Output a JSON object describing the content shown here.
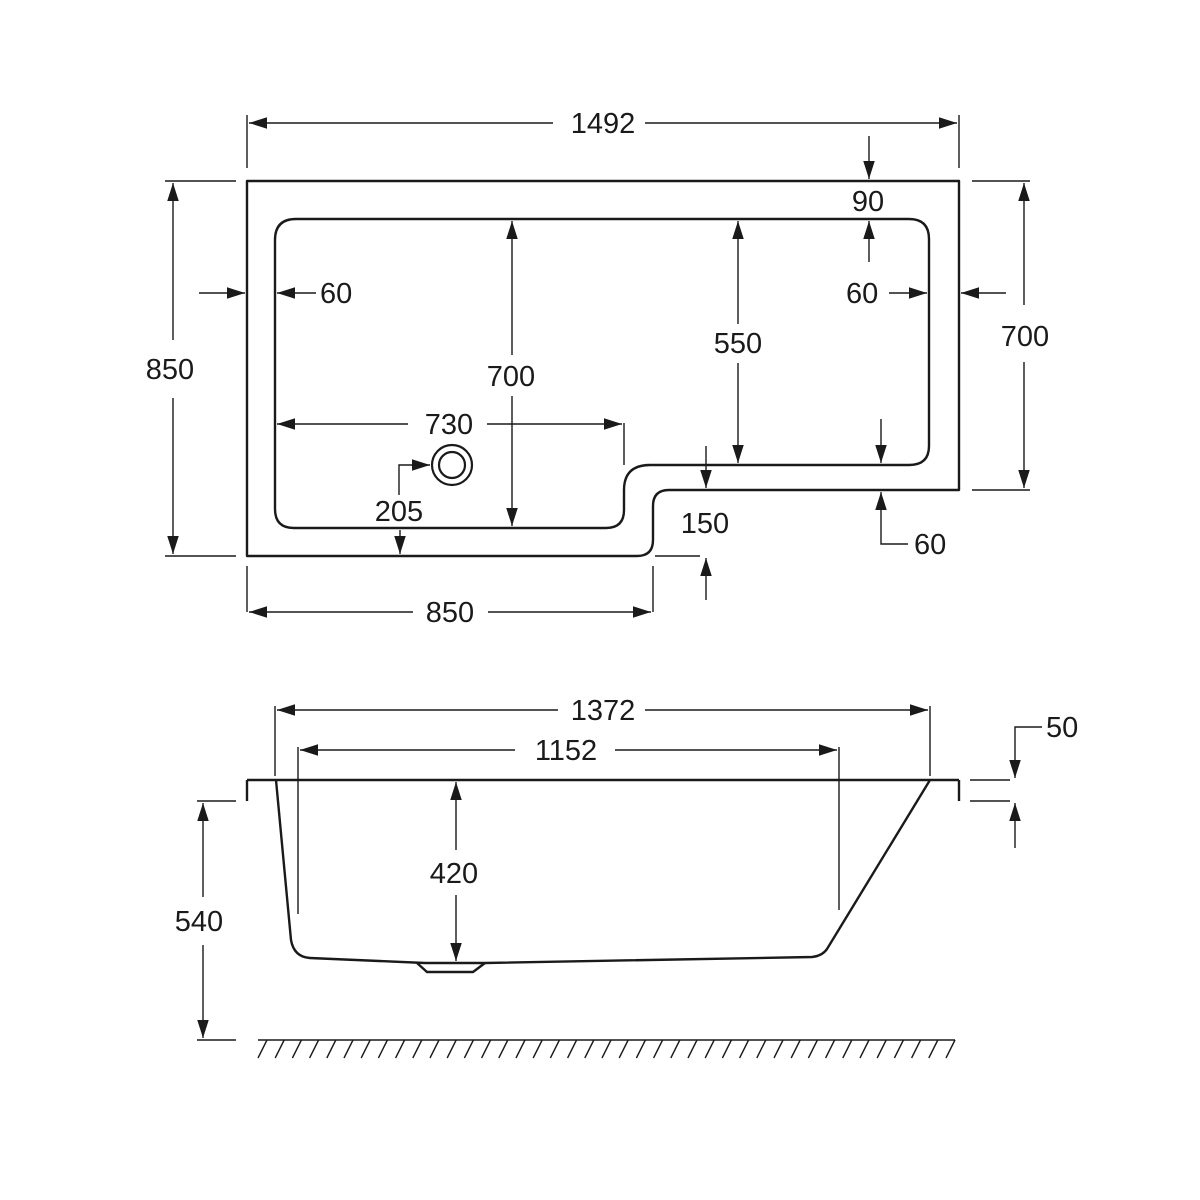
{
  "plan": {
    "overall_length": "1492",
    "overall_width": "850",
    "short_end_width": "700",
    "rim_left": "60",
    "rim_right": "60",
    "rim_top": "90",
    "rim_front": "60",
    "inner_width": "700",
    "inner_short_width": "550",
    "wide_section_length": "730",
    "step_depth": "150",
    "waste_offset": "205",
    "wide_end_length": "850"
  },
  "elevation": {
    "top_length": "1372",
    "base_length": "1152",
    "depth": "420",
    "overall_height": "540",
    "rim_height": "50"
  }
}
